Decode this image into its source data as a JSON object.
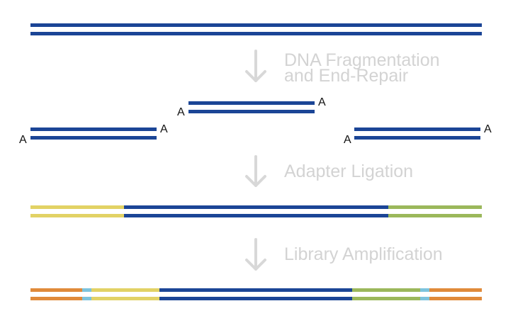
{
  "colors": {
    "dna": "#1b4596",
    "adapter_left": "#e2d265",
    "adapter_right": "#9bb85b",
    "index": "#7cc3dd",
    "primer": "#e08a3a",
    "arrow": "#d8d8d8",
    "step_text": "#d3d3d3",
    "end_text": "#111111"
  },
  "steps": {
    "fragmentation": {
      "line1": "DNA Fragmentation",
      "line2": "and End-Repair"
    },
    "ligation": {
      "label": "Adapter Ligation"
    },
    "amplification": {
      "label": "Library Amplification"
    }
  },
  "a_tail": "A"
}
